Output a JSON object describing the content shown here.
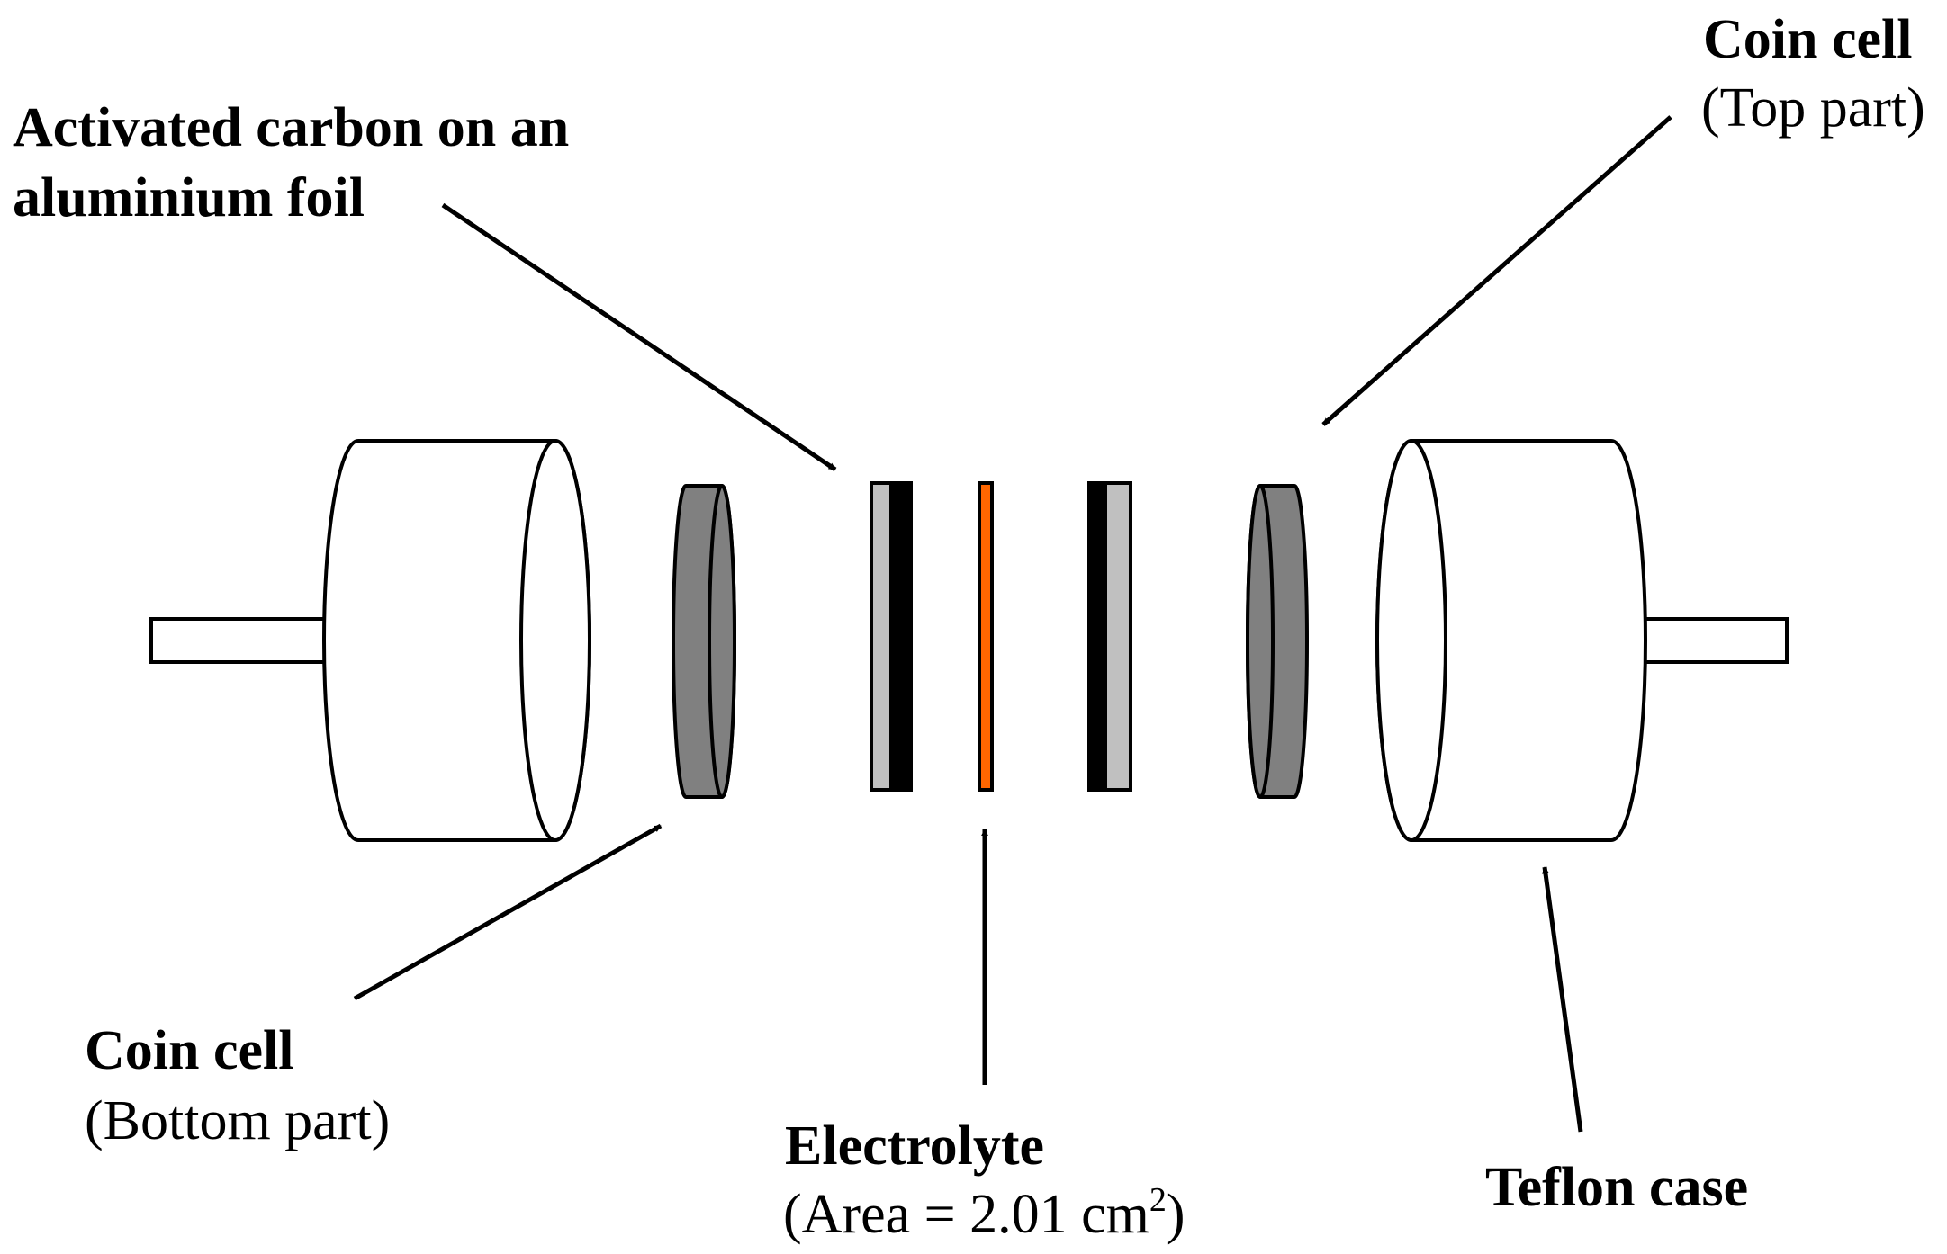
{
  "labels": {
    "activated_carbon_line1": "Activated carbon on an",
    "activated_carbon_line2": "aluminium foil",
    "coin_cell_top_title": "Coin cell",
    "coin_cell_top_sub": "(Top part)",
    "coin_cell_bottom_title": "Coin cell",
    "coin_cell_bottom_sub": "(Bottom part)",
    "electrolyte_title": "Electrolyte",
    "electrolyte_sub_prefix": "(Area = 2.01 cm",
    "electrolyte_sub_exp": "2",
    "electrolyte_sub_suffix": ")",
    "teflon_case": "Teflon case"
  },
  "colors": {
    "stroke": "#000000",
    "coin_cell": "#808080",
    "carbon_light": "#c0c0c0",
    "carbon_dark": "#000000",
    "electrolyte": "#ff6600",
    "case_fill": "#ffffff"
  }
}
